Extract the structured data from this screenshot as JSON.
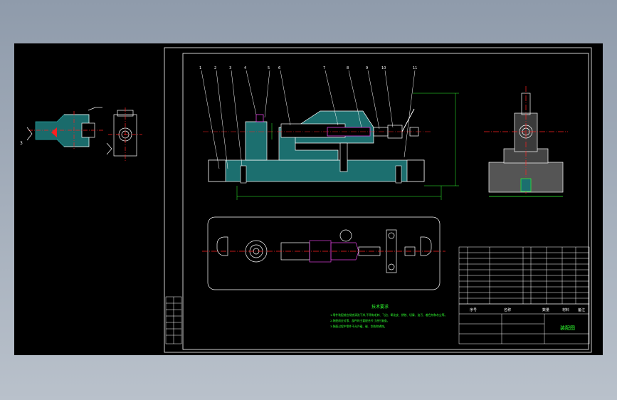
{
  "drawing": {
    "colors": {
      "background": "#000000",
      "frame": "#ffffff",
      "section_hatch": "#2aa8a8",
      "center_line": "#ff2020",
      "dimension": "#30ff30",
      "highlight": "#e040e0",
      "notes": "#30ff30"
    },
    "balloons": [
      "1",
      "2",
      "3",
      "4",
      "5",
      "6",
      "7",
      "8",
      "9",
      "10",
      "11"
    ],
    "detail_label": "3",
    "notes_title": "技术要求",
    "notes": [
      "1.零件装配前应彻底清洗干净,不得有毛刺、飞边、氧化皮、锈蚀、切屑、油污、着色剂和灰尘等。",
      "2.装配前应对零、部件的主要配合尺寸进行复查。",
      "3.装配过程中零件不允许磕、碰、划伤和锈蚀。"
    ],
    "title_block": {
      "drawing_title": "装配图",
      "header_seq": "序号",
      "header_name": "名称",
      "header_qty": "数量",
      "header_material": "材料",
      "header_note": "备注"
    }
  }
}
